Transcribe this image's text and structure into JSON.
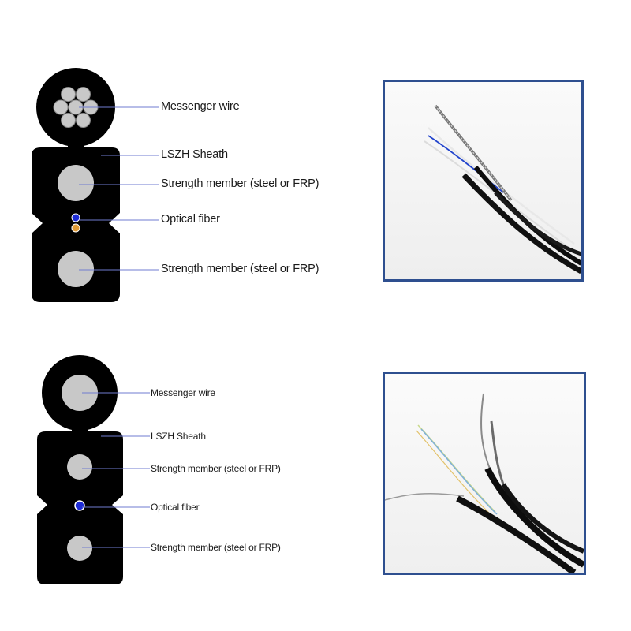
{
  "diagrams": [
    {
      "labels": {
        "messenger": "Messenger wire",
        "sheath": "LSZH  Sheath",
        "strength_top": "Strength member (steel or FRP)",
        "fiber": "Optical fiber",
        "strength_bottom": "Strength member (steel or FRP)"
      },
      "colors": {
        "cable": "#000000",
        "steel": "#c8c8c8",
        "leader": "#6f7bd0",
        "fiber_blue": "#1d2bd6",
        "fiber_orange": "#e09a35"
      }
    },
    {
      "labels": {
        "messenger": "Messenger wire",
        "sheath": "LSZH  Sheath",
        "strength_top": "Strength member (steel or FRP)",
        "fiber": "Optical fiber",
        "strength_bottom": "Strength member (steel or FRP)"
      },
      "colors": {
        "cable": "#000000",
        "steel": "#c8c8c8",
        "leader": "#6f7bd0",
        "fiber_blue": "#1d2bd6"
      }
    }
  ],
  "photos": [
    {
      "subject": "drop cable with stranded messenger wire and exposed fibers"
    },
    {
      "subject": "drop cable with solid messenger wire and colored fibers"
    }
  ],
  "colors": {
    "photo_border": "#2e4f8f"
  }
}
